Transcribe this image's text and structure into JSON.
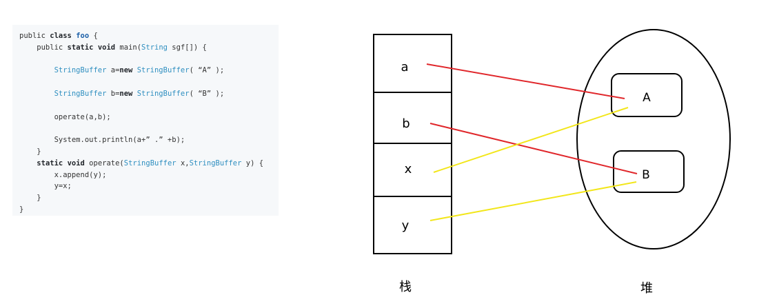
{
  "code": {
    "lines": [
      [
        {
          "t": "public ",
          "c": "plain"
        },
        {
          "t": "class",
          "c": "kw"
        },
        {
          "t": " ",
          "c": "plain"
        },
        {
          "t": "foo",
          "c": "cls"
        },
        {
          "t": " {",
          "c": "plain"
        }
      ],
      [
        {
          "t": "    public ",
          "c": "plain"
        },
        {
          "t": "static",
          "c": "kw"
        },
        {
          "t": " ",
          "c": "plain"
        },
        {
          "t": "void",
          "c": "kw"
        },
        {
          "t": " main(",
          "c": "plain"
        },
        {
          "t": "String",
          "c": "ty"
        },
        {
          "t": " sgf[]) {",
          "c": "plain"
        }
      ],
      [],
      [
        {
          "t": "        ",
          "c": "plain"
        },
        {
          "t": "StringBuffer",
          "c": "ty"
        },
        {
          "t": " a=",
          "c": "plain"
        },
        {
          "t": "new",
          "c": "kw"
        },
        {
          "t": " ",
          "c": "plain"
        },
        {
          "t": "StringBuffer",
          "c": "ty"
        },
        {
          "t": "( “A” );",
          "c": "plain"
        }
      ],
      [],
      [
        {
          "t": "        ",
          "c": "plain"
        },
        {
          "t": "StringBuffer",
          "c": "ty"
        },
        {
          "t": " b=",
          "c": "plain"
        },
        {
          "t": "new",
          "c": "kw"
        },
        {
          "t": " ",
          "c": "plain"
        },
        {
          "t": "StringBuffer",
          "c": "ty"
        },
        {
          "t": "( “B” );",
          "c": "plain"
        }
      ],
      [],
      [
        {
          "t": "        operate(a,b);",
          "c": "plain"
        }
      ],
      [],
      [
        {
          "t": "        System.out.println(a+” .” +b);",
          "c": "plain"
        }
      ],
      [
        {
          "t": "    }",
          "c": "plain"
        }
      ],
      [
        {
          "t": "    ",
          "c": "plain"
        },
        {
          "t": "static",
          "c": "kw"
        },
        {
          "t": " ",
          "c": "plain"
        },
        {
          "t": "void",
          "c": "kw"
        },
        {
          "t": " operate(",
          "c": "plain"
        },
        {
          "t": "StringBuffer",
          "c": "ty"
        },
        {
          "t": " x,",
          "c": "plain"
        },
        {
          "t": "StringBuffer",
          "c": "ty"
        },
        {
          "t": " y) {",
          "c": "plain"
        }
      ],
      [
        {
          "t": "        x.append(y);",
          "c": "plain"
        }
      ],
      [
        {
          "t": "        y=x;",
          "c": "plain"
        }
      ],
      [
        {
          "t": "    }",
          "c": "plain"
        }
      ],
      [
        {
          "t": "}",
          "c": "plain"
        }
      ]
    ]
  },
  "stack": {
    "caption": "栈",
    "cells": [
      {
        "id": "a",
        "label": "a"
      },
      {
        "id": "b",
        "label": "b"
      },
      {
        "id": "x",
        "label": "x"
      },
      {
        "id": "y",
        "label": "y"
      }
    ]
  },
  "heap": {
    "caption": "堆",
    "objects": [
      {
        "id": "A",
        "label": "A"
      },
      {
        "id": "B",
        "label": "B"
      }
    ]
  },
  "references": [
    {
      "from": "a",
      "to": "A",
      "color": "#e0262a"
    },
    {
      "from": "b",
      "to": "B",
      "color": "#e0262a"
    },
    {
      "from": "x",
      "to": "A",
      "color": "#f2e61a"
    },
    {
      "from": "y",
      "to": "B",
      "color": "#f2e61a"
    }
  ],
  "colors": {
    "code_background": "#f6f8fa",
    "reference_red": "#e0262a",
    "reference_yellow": "#f2e61a"
  }
}
